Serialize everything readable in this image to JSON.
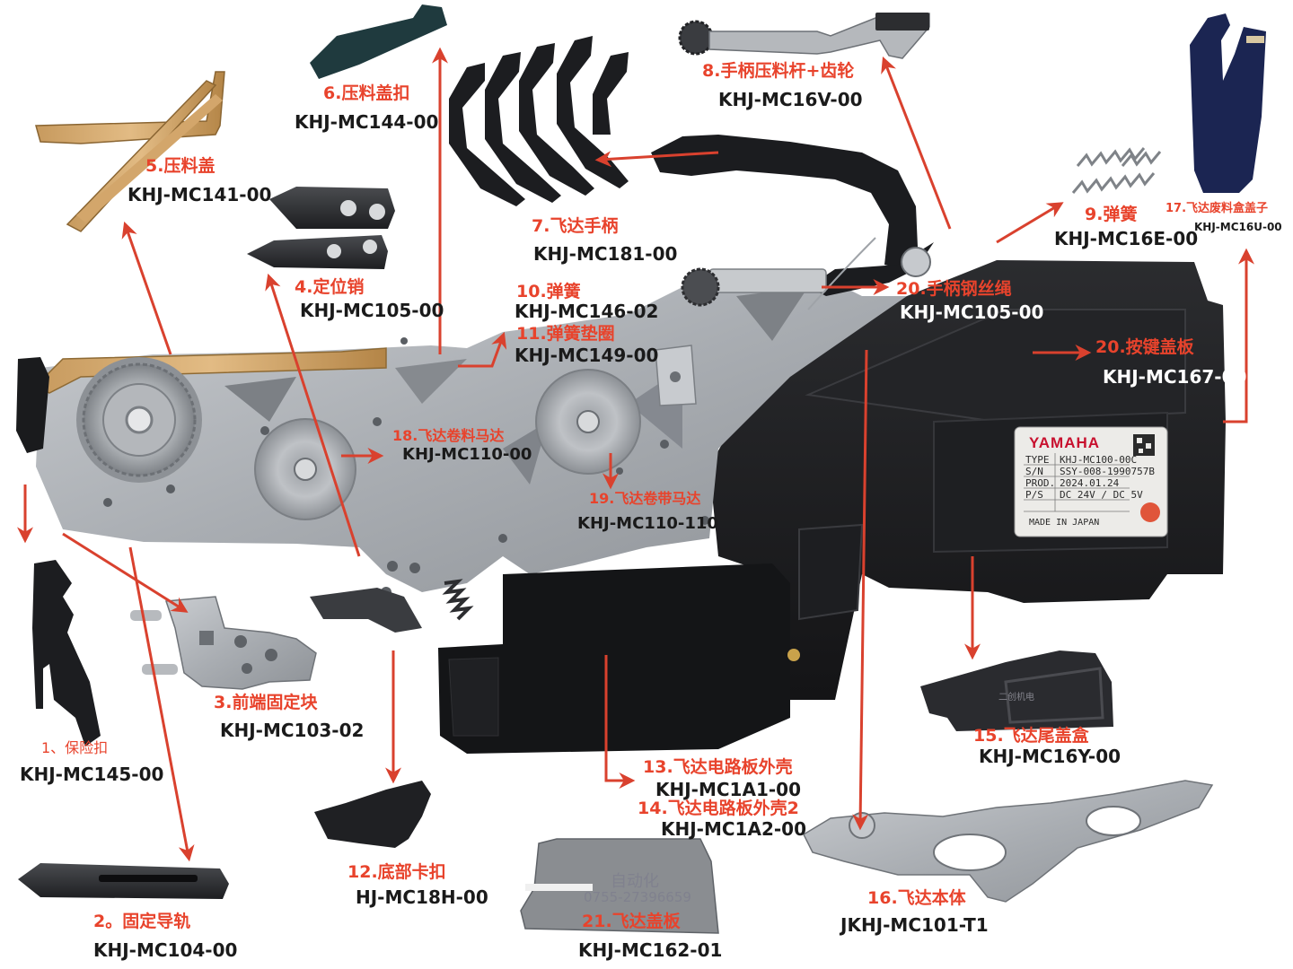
{
  "parts": [
    {
      "id": "1",
      "zh": "1、保险扣",
      "code": "KHJ-MC145-00"
    },
    {
      "id": "2",
      "zh": "2。固定导轨",
      "code": "KHJ-MC104-00"
    },
    {
      "id": "3",
      "zh": "3.前端固定块",
      "code": "KHJ-MC103-02"
    },
    {
      "id": "4",
      "zh": "4.定位销",
      "code": "KHJ-MC105-00"
    },
    {
      "id": "5",
      "zh": "5.压料盖",
      "code": "KHJ-MC141-00"
    },
    {
      "id": "6",
      "zh": "6.压料盖扣",
      "code": "KHJ-MC144-00"
    },
    {
      "id": "7",
      "zh": "7.飞达手柄",
      "code": "KHJ-MC181-00"
    },
    {
      "id": "8",
      "zh": "8.手柄压料杆+齿轮",
      "code": "KHJ-MC16V-00"
    },
    {
      "id": "9",
      "zh": "9.弹簧",
      "code": "KHJ-MC16E-00"
    },
    {
      "id": "10",
      "zh": "10.弹簧",
      "code": "KHJ-MC146-02"
    },
    {
      "id": "11",
      "zh": "11.弹簧垫圈",
      "code": "KHJ-MC149-00"
    },
    {
      "id": "12",
      "zh": "12.底部卡扣",
      "code": "HJ-MC18H-00"
    },
    {
      "id": "13",
      "zh": "13.飞达电路板外壳",
      "code": "KHJ-MC1A1-00"
    },
    {
      "id": "14",
      "zh": "14.飞达电路板外壳2",
      "code": "KHJ-MC1A2-00"
    },
    {
      "id": "15",
      "zh": "15.飞达尾盖盒",
      "code": "KHJ-MC16Y-00"
    },
    {
      "id": "16",
      "zh": "16.飞达本体",
      "code": "JKHJ-MC101-T1"
    },
    {
      "id": "17",
      "zh": "17.飞达废料盒盖子",
      "code": "KHJ-MC16U-00"
    },
    {
      "id": "18",
      "zh": "18.飞达卷料马达",
      "code": "KHJ-MC110-00"
    },
    {
      "id": "19",
      "zh": "19.飞达卷带马达",
      "code": "KHJ-MC110-110"
    },
    {
      "id": "20a",
      "zh": "20.手柄钢丝绳",
      "code": "KHJ-MC105-00"
    },
    {
      "id": "20b",
      "zh": "20.按键盖板",
      "code": "KHJ-MC167-00"
    },
    {
      "id": "21",
      "zh": "21.飞达盖板",
      "code": "KHJ-MC162-01"
    }
  ],
  "nameplate": {
    "brand": "YAMAHA",
    "rows": [
      {
        "key": "TYPE",
        "value": "KHJ-MC100-00C"
      },
      {
        "key": "S/N",
        "value": "SSY-008-1990757B"
      },
      {
        "key": "PROD.",
        "value": "2024.01.24"
      },
      {
        "key": "P/S",
        "value": "DC 24V / DC 5V"
      }
    ],
    "origin": "MADE IN JAPAN"
  },
  "watermark": {
    "line1": "自动化",
    "line2": "0755-27396659",
    "plate": "二创机电"
  },
  "colors": {
    "label": "#e8432c",
    "arrow": "#d9412e",
    "code": "#1a1a1a",
    "brand": "#c8102e"
  }
}
